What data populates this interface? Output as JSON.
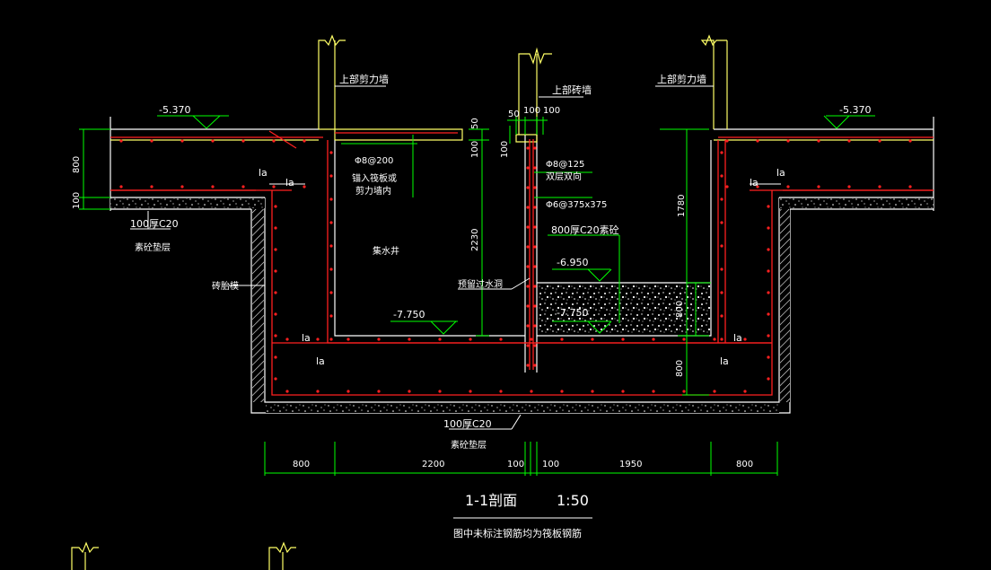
{
  "labels": {
    "upper_shear_wall": "上部剪力墙",
    "upper_brick_wall": "上部砖墙",
    "elev_left": "-5.370",
    "elev_right": "-5.370",
    "elev_pit_bottom": "-7.750",
    "elev_fill_top": "-6.950",
    "elev_fill_bottom": "-7.750",
    "rebar_top": "Φ8@200",
    "rebar_top_note1": "锚入筏板或",
    "rebar_top_note2": "剪力墙内",
    "rebar_wall": "Φ8@125",
    "rebar_wall_note": "双层双向",
    "rebar_wall2": "Φ6@375x375",
    "fill_note": "800厚C20素砼",
    "sump": "集水井",
    "pipe": "预留过水洞",
    "brick_form": "砖胎模",
    "cushion_left1": "100厚C20",
    "cushion_left2": "素砼垫层",
    "cushion_bottom1": "100厚C20",
    "cushion_bottom2": "素砼垫层",
    "la1": "la",
    "la2": "la",
    "la3": "la",
    "la4": "la",
    "la5": "la",
    "la6": "la",
    "la7": "la",
    "la8": "la"
  },
  "dims": {
    "left_800": "800",
    "left_100": "100",
    "top_50a": "50",
    "top_50b": "50",
    "top_100a": "100",
    "top_100b": "100",
    "top_100c": "100",
    "top_100d": "100",
    "h_2230": "2230",
    "h_1780": "1780",
    "h_800a": "800",
    "h_800b": "800",
    "bottom": [
      "800",
      "2200",
      "100",
      "100",
      "1950",
      "800"
    ]
  },
  "title": {
    "section": "1-1剖面",
    "scale": "1:50",
    "note": "图中未标注钢筋均为筏板钢筋"
  },
  "colors": {
    "outline": "#ffffff",
    "wall": "#ffff66",
    "rebar": "#ff2020",
    "dim": "#00ff00",
    "text": "#ffffff"
  }
}
